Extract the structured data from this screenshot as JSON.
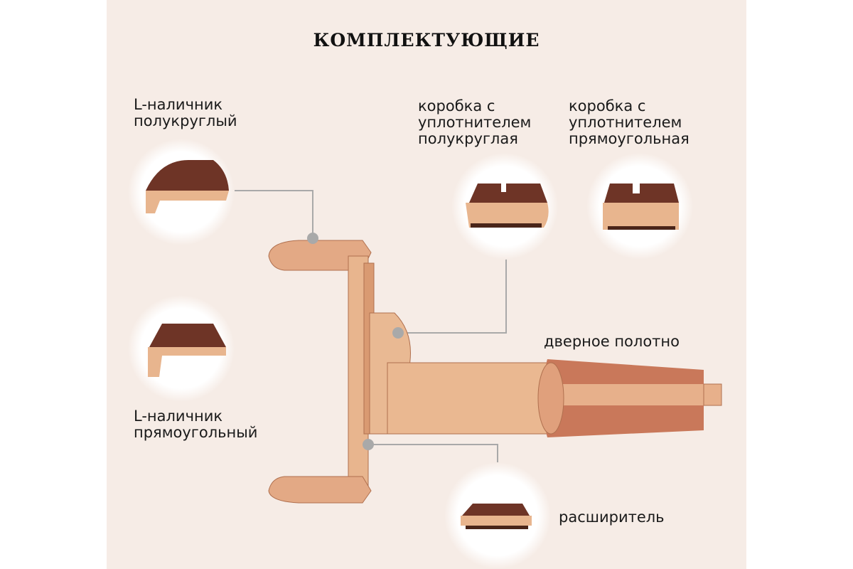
{
  "title": "КОМПЛЕКТУЮЩИЕ",
  "labels": {
    "casing_round": [
      "L-наличник",
      "полукруглый"
    ],
    "casing_rect": [
      "L-наличник",
      "прямоугольный"
    ],
    "frame_round": [
      "коробка с",
      "уплотнителем",
      "полукруглая"
    ],
    "frame_rect": [
      "коробка с",
      "уплотнителем",
      "прямоугольная"
    ],
    "door_leaf": "дверное полотно",
    "extender": "расширитель"
  },
  "colors": {
    "background": "#f6ece6",
    "dark_wood": "#6e3426",
    "light_wood": "#e8b58e",
    "connector": "#a9a9a9"
  }
}
